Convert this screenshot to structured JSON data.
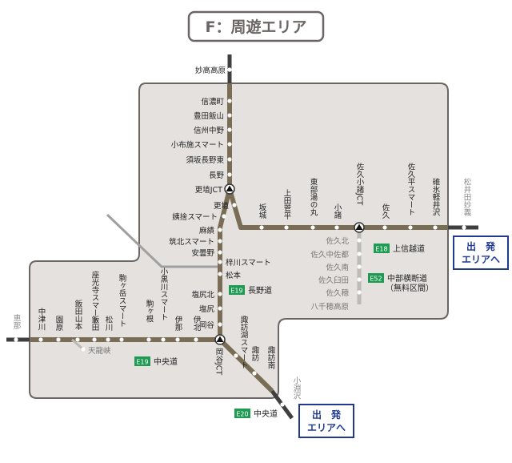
{
  "title": "F：周遊エリア",
  "colors": {
    "area_fill": "#e4e1df",
    "area_stroke": "#6b6664",
    "route": "#7a6d55",
    "outside": "#3a3a3a",
    "branch": "#9a9a9a",
    "badge": "#1e9a52",
    "exit": "#1f3a8e"
  },
  "stations": {
    "myokokogen": "妙高高原",
    "shinanomachi": "信濃町",
    "toyotaiiyama": "豊田飯山",
    "shinshunakano": "信州中野",
    "obusesmart": "小布施スマート",
    "susakanaganohigashi": "須坂長野東",
    "nagano": "長野",
    "koshoku_jct": "更埴JCT",
    "koshoku": "更埴",
    "obasutesmart": "姨捨スマート",
    "omi": "麻績",
    "chikuhokusmart": "筑北スマート",
    "azumino": "安曇野",
    "azusagawasmart": "梓川スマート",
    "matsumoto": "松本",
    "shiojirikita": "塩尻北",
    "shiojiri": "塩尻",
    "okaya": "岡谷",
    "okaya_jct": "岡谷JCT",
    "suwakosmart": "諏訪湖スマート",
    "suwa": "諏訪",
    "suwaminami": "諏訪南",
    "kobuchizawa": "小淵沢",
    "ina": "伊那",
    "inakita": "伊北",
    "komagane": "駒ヶ根",
    "kojirosmart": "小黒川スマート",
    "komagatakesmart": "駒ヶ岳スマート",
    "matsukawa": "松川",
    "zakoujismart": "座光寺スマート",
    "iida": "飯田",
    "iidayamamoto": "飯田山本",
    "sonohara": "園原",
    "nakatsugawa": "中津川",
    "ena": "恵那",
    "tenryukyo": "天龍峡",
    "sakaki": "坂城",
    "uedasugadaira": "上田菅平",
    "tobuyunomaru": "東部湯の丸",
    "komoro": "小諸",
    "sakukomoro_jct": "佐久小諸JCT",
    "saku": "佐久",
    "sakudairasmart": "佐久平スマート",
    "usuikaruizawa": "碓氷軽井沢",
    "matsuidamyogi": "松井田妙義",
    "sakukita": "佐久北",
    "sakunakasato": "佐久中佐都",
    "sakuminami": "佐久南",
    "sakuhida": "佐久臼田",
    "sakuho": "佐久穂",
    "yatsugatakegen": "八千穂高原"
  },
  "highways": {
    "e18": {
      "code": "E18",
      "name": "上信越道"
    },
    "e19_nagano": {
      "code": "E19",
      "name": "長野道"
    },
    "e19_chuo": {
      "code": "E19",
      "name": "中央道"
    },
    "e20": {
      "code": "E20",
      "name": "中央道"
    },
    "e52": {
      "code": "E52",
      "name": "中部横断道",
      "note": "（無料区間）"
    }
  },
  "exits": {
    "label1": "出　発",
    "label2": "エリアへ"
  }
}
